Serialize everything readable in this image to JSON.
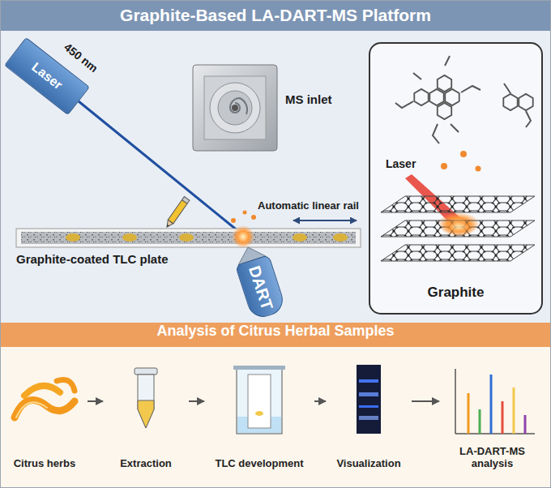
{
  "diagram": {
    "title": "Graphite-Based LA-DART-MS Platform",
    "nodes": [
      {
        "text": [
          "Laser"
        ]
      },
      {
        "text": [
          "MS inlet"
        ]
      },
      {
        "text": [
          "Graphite-coated TLC plate"
        ]
      },
      {
        "text": [
          "DART"
        ]
      },
      {
        "text": [
          "Graphite"
        ]
      },
      {
        "text": [
          "Analysis of Citrus Herbal Samples"
        ]
      },
      {
        "text": [
          "Citrus herbs"
        ],
        "in": 5
      },
      {
        "text": [
          "Extraction"
        ],
        "in": 5
      },
      {
        "text": [
          "TLC development"
        ],
        "in": 5
      },
      {
        "text": [
          "Visualization"
        ],
        "in": 5
      },
      {
        "text": [
          "LA-DART-MS analysis"
        ],
        "in": 5
      }
    ],
    "edges": [
      {
        "from": 6,
        "to": 7,
        "arrow": "to"
      },
      {
        "from": 7,
        "to": 8,
        "arrow": "to"
      },
      {
        "from": 8,
        "to": 9,
        "arrow": "to"
      },
      {
        "from": 9,
        "to": 10,
        "arrow": "to"
      }
    ],
    "labels": [
      "450 nm",
      "Automatic linear rail",
      "Laser"
    ]
  }
}
